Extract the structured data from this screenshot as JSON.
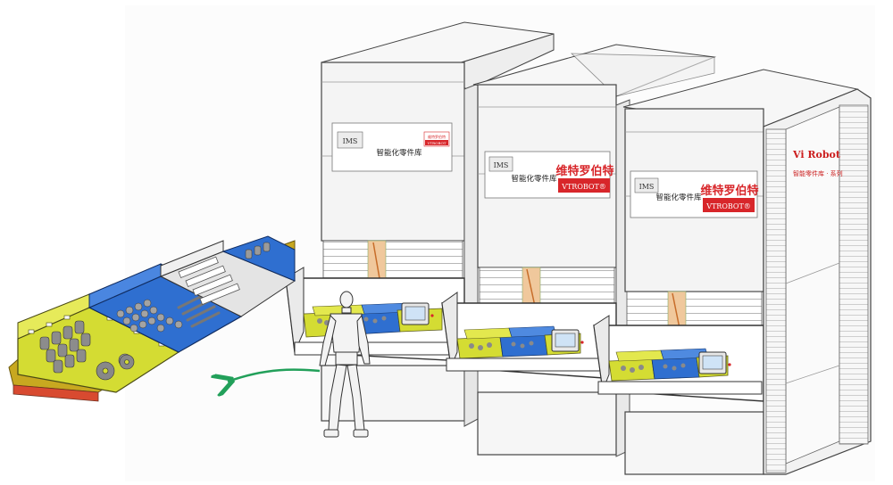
{
  "cabinets": [
    {
      "badge": "IMS",
      "title": "智能化零件库",
      "logo_line1": "维特罗伯特",
      "logo_line2": "VTROBOT"
    },
    {
      "badge": "IMS",
      "title": "智能化零件库",
      "logo_line1": "维特罗伯特",
      "logo_line2": "VTROBOT®"
    },
    {
      "badge": "IMS",
      "title": "智能化零件库",
      "logo_line1": "维特罗伯特",
      "logo_line2": "VTROBOT®"
    }
  ],
  "side_panel": {
    "brand": "Vi Robot",
    "subtitle": "智能零件库 · 系列"
  },
  "colors": {
    "tray_yellow": "#d4dc33",
    "tray_blue": "#2f6fd0",
    "logo_red": "#d8262a",
    "arrow_green": "#22a05a",
    "brand_red": "#cc1f1f"
  },
  "icons": [
    "robot-figure-icon",
    "touch-screen-icon",
    "arrow-icon"
  ]
}
